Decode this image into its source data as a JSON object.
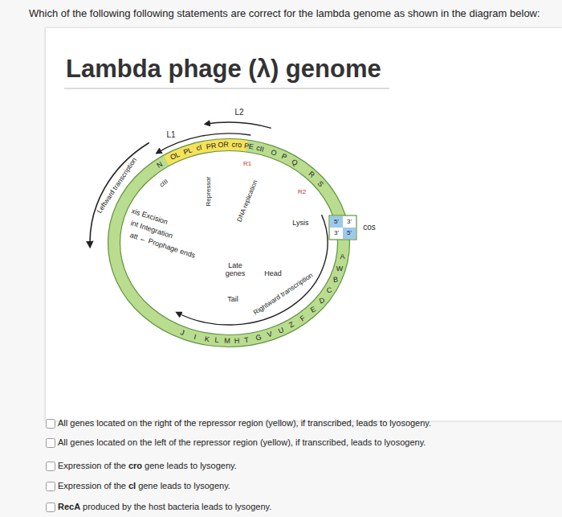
{
  "diagram": {
    "title": "Lambda phage (λ) genome",
    "labels": [
      "Which of the following following statements are correct for the lambda genome as shown in the diagram below:",
      "L2",
      "L1",
      "Leftward transcription",
      "N",
      "OL",
      "PL",
      "cI",
      "PR",
      "OR",
      "cro",
      "PE",
      "cII",
      "O",
      "P",
      "Q",
      "R1",
      "cIII",
      "Repressor",
      "DNA replication",
      "R",
      "S",
      "R2",
      "Lysis",
      "cos",
      "5'",
      "3'",
      "3'",
      "5'",
      "xis Excision",
      "int Integration",
      "att ← Prophage ends",
      "Late genes",
      "Head",
      "Tail",
      "Rightward transcription",
      "A",
      "W",
      "B",
      "C",
      "D",
      "E",
      "F",
      "Z",
      "U",
      "V",
      "G",
      "T",
      "H",
      "M",
      "L",
      "K",
      "I",
      "J",
      "All genes located on the right of the repressor region (yellow), if transcribed, leads to lyosogeny.",
      "All genes located on the left of the repressor region (yellow), if transcribed, leads to lyosogeny.",
      "Expression of the",
      "cro",
      "gene leads to lysogeny.",
      "Expression of the",
      "cI",
      "gene leads to lysogeny.",
      "RecA",
      "produced by the host bacteria leads to lysogeny."
    ]
  }
}
